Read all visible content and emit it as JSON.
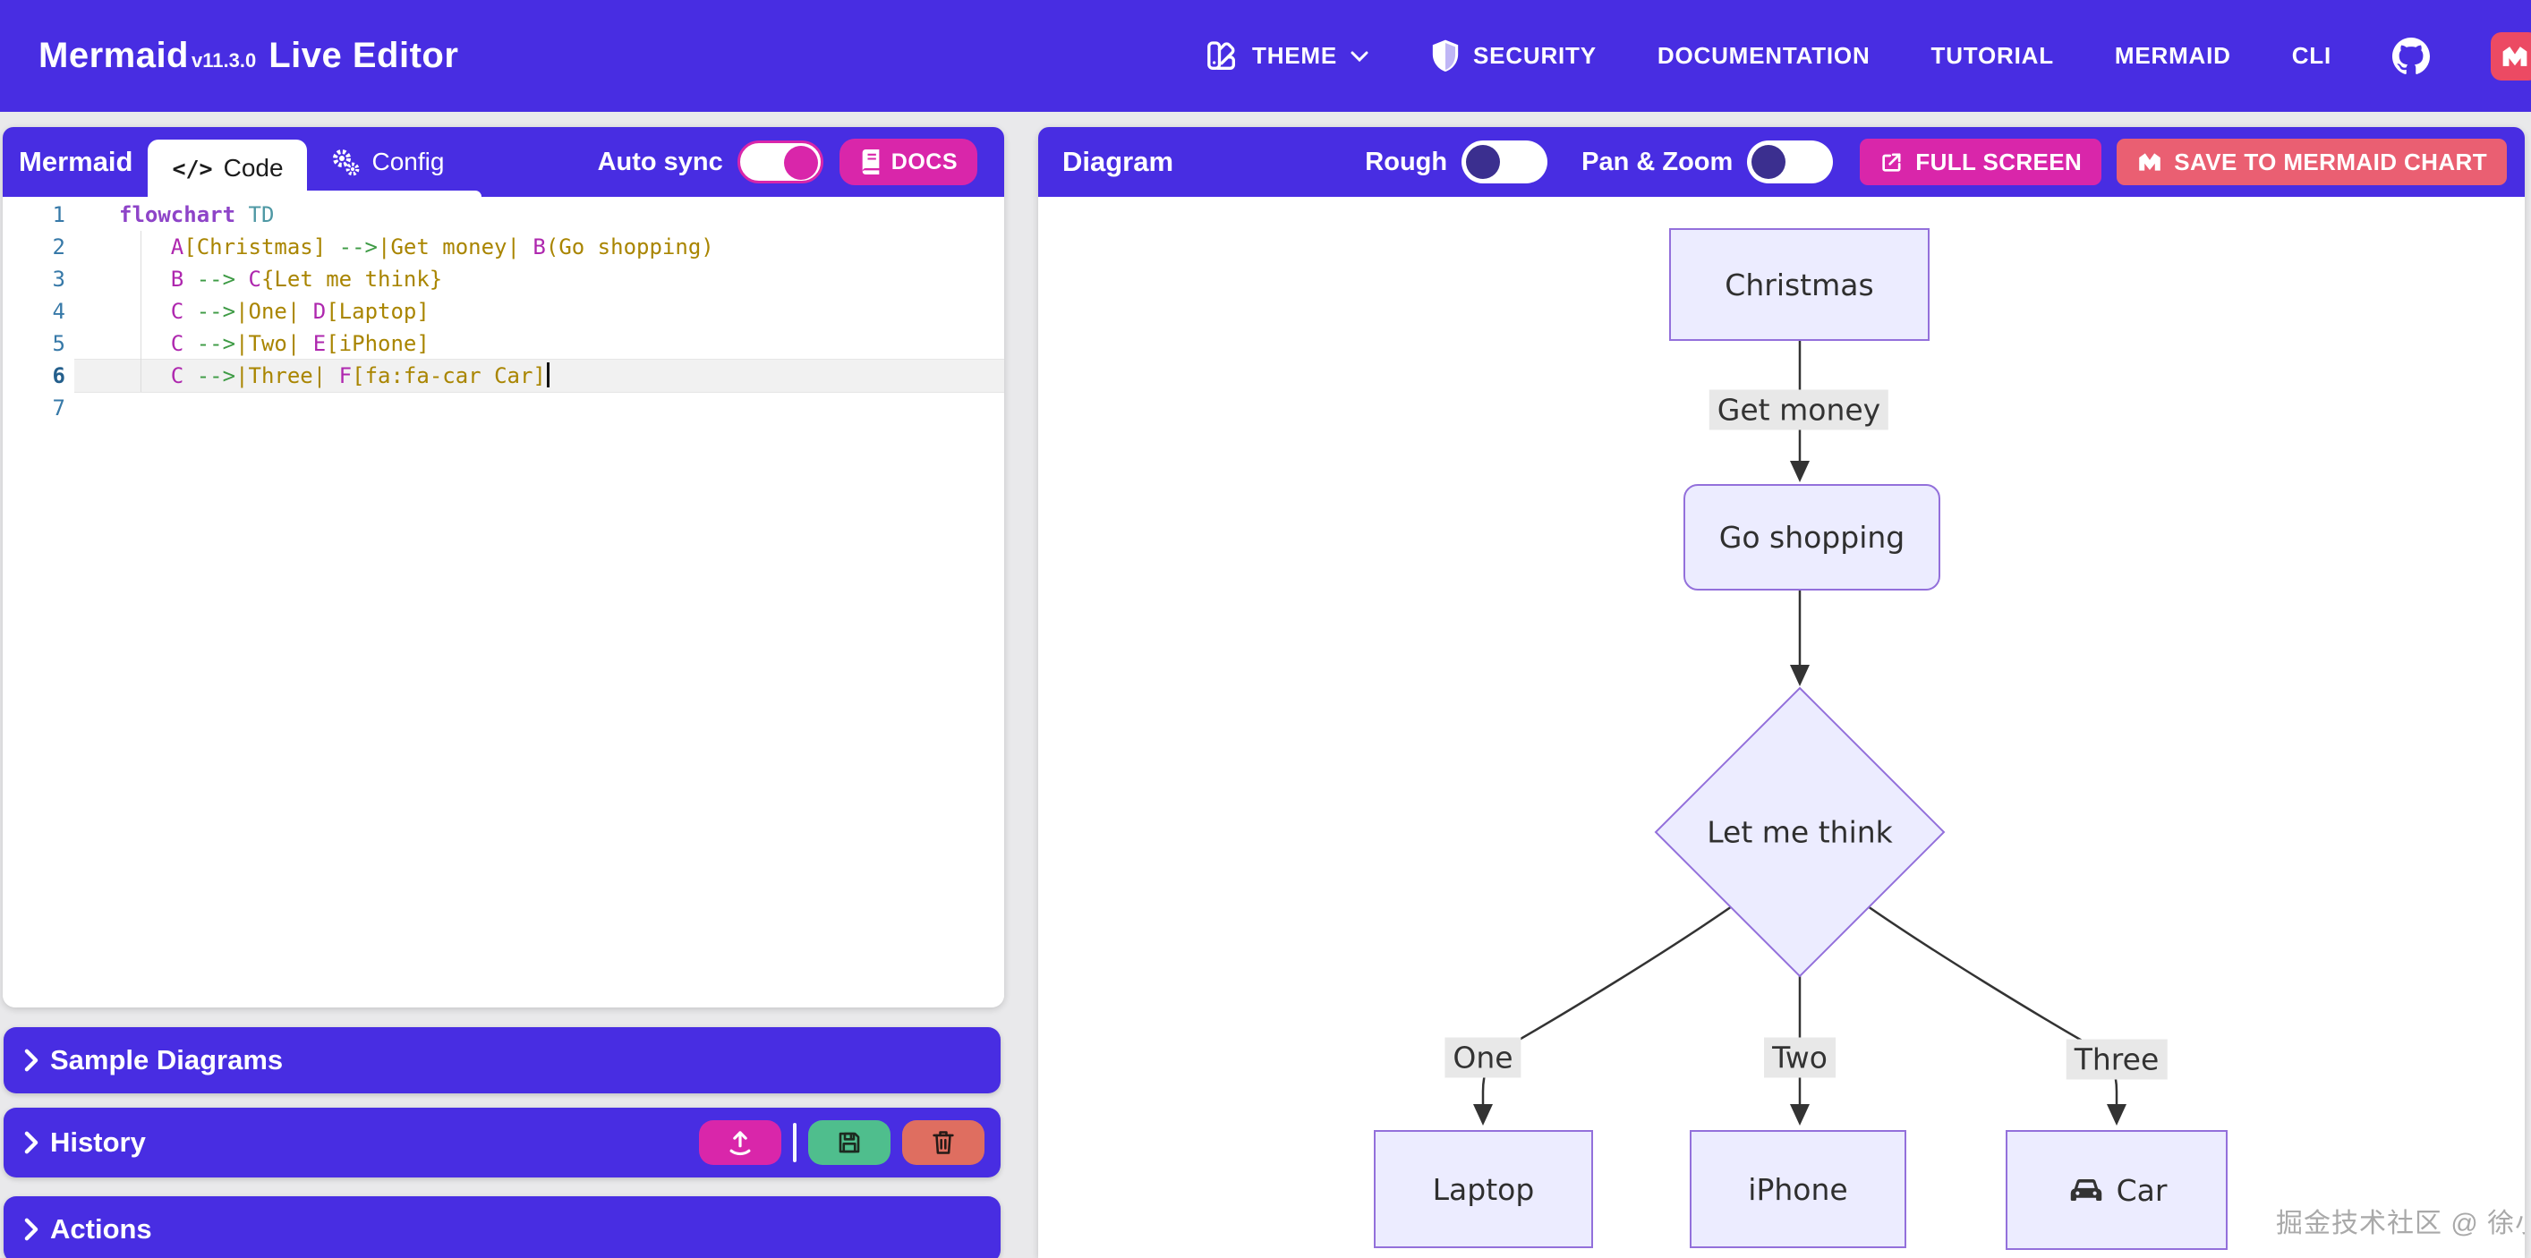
{
  "header": {
    "brand": {
      "name": "Mermaid",
      "version": "v11.3.0",
      "suffix": "Live Editor"
    },
    "nav": [
      "THEME",
      "SECURITY",
      "DOCUMENTATION",
      "TUTORIAL",
      "MERMAID",
      "CLI"
    ]
  },
  "left_panel": {
    "title": "Mermaid",
    "tabs": {
      "code_icon": "</>",
      "code": "Code",
      "config": "Config"
    },
    "auto_sync_label": "Auto sync",
    "auto_sync_on": true,
    "docs_button": "DOCS",
    "editor": {
      "active_line": 6,
      "lines": [
        {
          "num": 1,
          "tokens": [
            [
              "kw",
              "flowchart"
            ],
            [
              "pl",
              " "
            ],
            [
              "ty",
              "TD"
            ]
          ]
        },
        {
          "num": 2,
          "tokens": [
            [
              "pl",
              "    "
            ],
            [
              "id",
              "A"
            ],
            [
              "str",
              "[Christmas]"
            ],
            [
              "pl",
              " "
            ],
            [
              "arr",
              "-->"
            ],
            [
              "str",
              "|Get money|"
            ],
            [
              "pl",
              " "
            ],
            [
              "id",
              "B"
            ],
            [
              "str",
              "(Go shopping)"
            ]
          ]
        },
        {
          "num": 3,
          "tokens": [
            [
              "pl",
              "    "
            ],
            [
              "id",
              "B"
            ],
            [
              "pl",
              " "
            ],
            [
              "arr",
              "-->"
            ],
            [
              "pl",
              " "
            ],
            [
              "id",
              "C"
            ],
            [
              "str",
              "{Let me think}"
            ]
          ]
        },
        {
          "num": 4,
          "tokens": [
            [
              "pl",
              "    "
            ],
            [
              "id",
              "C"
            ],
            [
              "pl",
              " "
            ],
            [
              "arr",
              "-->"
            ],
            [
              "str",
              "|One|"
            ],
            [
              "pl",
              " "
            ],
            [
              "id",
              "D"
            ],
            [
              "str",
              "[Laptop]"
            ]
          ]
        },
        {
          "num": 5,
          "tokens": [
            [
              "pl",
              "    "
            ],
            [
              "id",
              "C"
            ],
            [
              "pl",
              " "
            ],
            [
              "arr",
              "-->"
            ],
            [
              "str",
              "|Two|"
            ],
            [
              "pl",
              " "
            ],
            [
              "id",
              "E"
            ],
            [
              "str",
              "[iPhone]"
            ]
          ]
        },
        {
          "num": 6,
          "tokens": [
            [
              "pl",
              "    "
            ],
            [
              "id",
              "C"
            ],
            [
              "pl",
              " "
            ],
            [
              "arr",
              "-->"
            ],
            [
              "str",
              "|Three|"
            ],
            [
              "pl",
              " "
            ],
            [
              "id",
              "F"
            ],
            [
              "str",
              "[fa:fa-car Car]"
            ]
          ]
        },
        {
          "num": 7,
          "tokens": []
        }
      ]
    },
    "sections": {
      "sample": "Sample Diagrams",
      "history": "History",
      "actions": "Actions"
    }
  },
  "right_panel": {
    "title": "Diagram",
    "rough_label": "Rough",
    "rough_on": false,
    "pan_zoom_label": "Pan & Zoom",
    "pan_zoom_on": false,
    "fullscreen_button": "FULL SCREEN",
    "save_button": "SAVE TO MERMAID CHART",
    "watermark": "掘金技术社区 @ 徐小夕"
  },
  "diagram": {
    "type": "flowchart",
    "direction": "TD",
    "nodes": [
      {
        "id": "A",
        "label": "Christmas",
        "shape": "rect"
      },
      {
        "id": "B",
        "label": "Go shopping",
        "shape": "rounded"
      },
      {
        "id": "C",
        "label": "Let me think",
        "shape": "diamond"
      },
      {
        "id": "D",
        "label": "Laptop",
        "shape": "rect"
      },
      {
        "id": "E",
        "label": "iPhone",
        "shape": "rect"
      },
      {
        "id": "F",
        "label": "Car",
        "shape": "rect",
        "icon": "car-icon"
      }
    ],
    "edges": [
      {
        "from": "A",
        "to": "B",
        "label": "Get money"
      },
      {
        "from": "B",
        "to": "C",
        "label": ""
      },
      {
        "from": "C",
        "to": "D",
        "label": "One"
      },
      {
        "from": "C",
        "to": "E",
        "label": "Two"
      },
      {
        "from": "C",
        "to": "F",
        "label": "Three"
      }
    ]
  },
  "colors": {
    "purple": "#482DE2",
    "pink": "#D926AA",
    "salmon": "#EA5F72",
    "green": "#4FBE8D",
    "red": "#DF6E60",
    "badge_red": "#EC4A63",
    "node_fill": "#ECECFF",
    "node_border": "#9370DB",
    "edge": "#333333",
    "edge_label_bg": "#E8E8E8"
  }
}
